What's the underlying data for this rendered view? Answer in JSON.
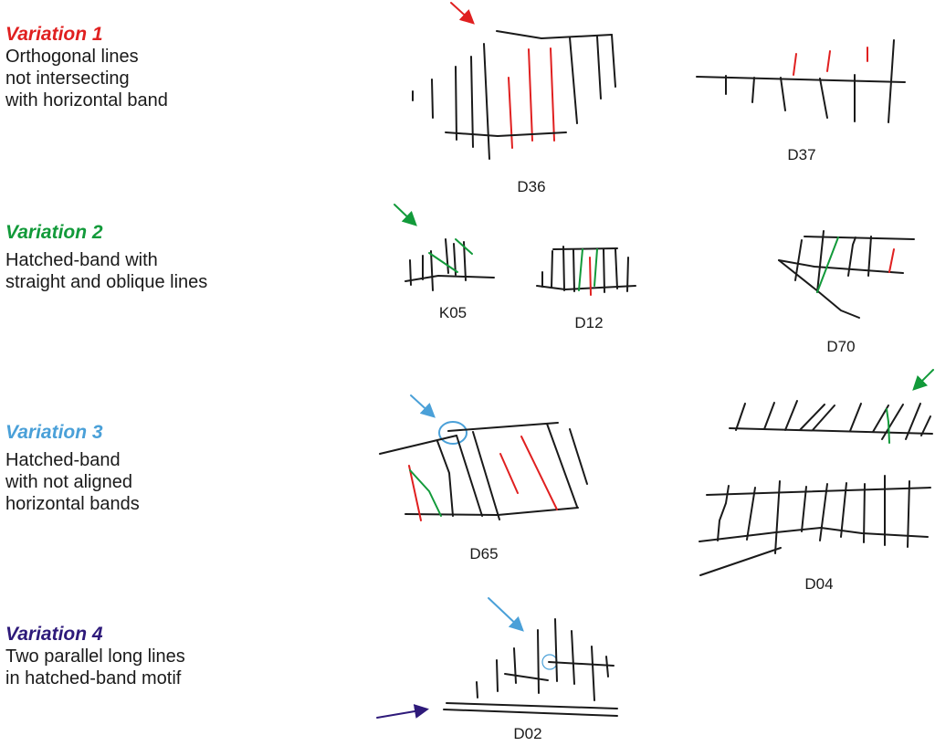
{
  "colors": {
    "black": "#1a1a1a",
    "red": "#e02020",
    "green": "#129a3a",
    "light_blue": "#4aa0d8",
    "purple": "#2e1a7a"
  },
  "variations": [
    {
      "title": "Variation 1",
      "description": "Orthogonal lines\nnot intersecting\nwith horizontal band",
      "color": "#e02020"
    },
    {
      "title": "Variation 2",
      "description": "Hatched-band with\nstraight and oblique lines",
      "color": "#129a3a"
    },
    {
      "title": "Variation 3",
      "description": "Hatched-band\nwith not aligned\nhorizontal bands",
      "color": "#4aa0d8"
    },
    {
      "title": "Variation 4",
      "description": "Two parallel long lines\nin hatched-band motif",
      "color": "#2e1a7a"
    }
  ],
  "motif_labels": {
    "d36": "D36",
    "d37": "D37",
    "k05": "K05",
    "d12": "D12",
    "d70": "D70",
    "d65": "D65",
    "d04": "D04",
    "d02": "D02"
  }
}
